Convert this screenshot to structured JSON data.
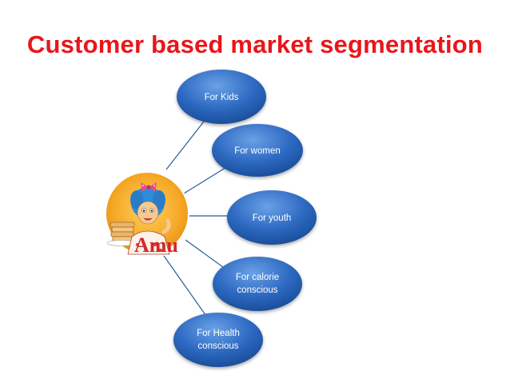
{
  "slide": {
    "title": "Customer based market segmentation"
  },
  "center": {
    "logo_text": "Amu"
  },
  "segments": [
    {
      "lines": [
        "For Kids"
      ]
    },
    {
      "lines": [
        "For women"
      ]
    },
    {
      "lines": [
        "For youth"
      ]
    },
    {
      "lines": [
        "For calorie",
        "conscious"
      ]
    },
    {
      "lines": [
        "For Health",
        "conscious"
      ]
    }
  ],
  "colors": {
    "title": "#e8161b",
    "node_dark": "#1a4f9c",
    "node_light": "#5a92dc",
    "connector": "#2a5b9a",
    "center_bg": "#f3a520"
  }
}
